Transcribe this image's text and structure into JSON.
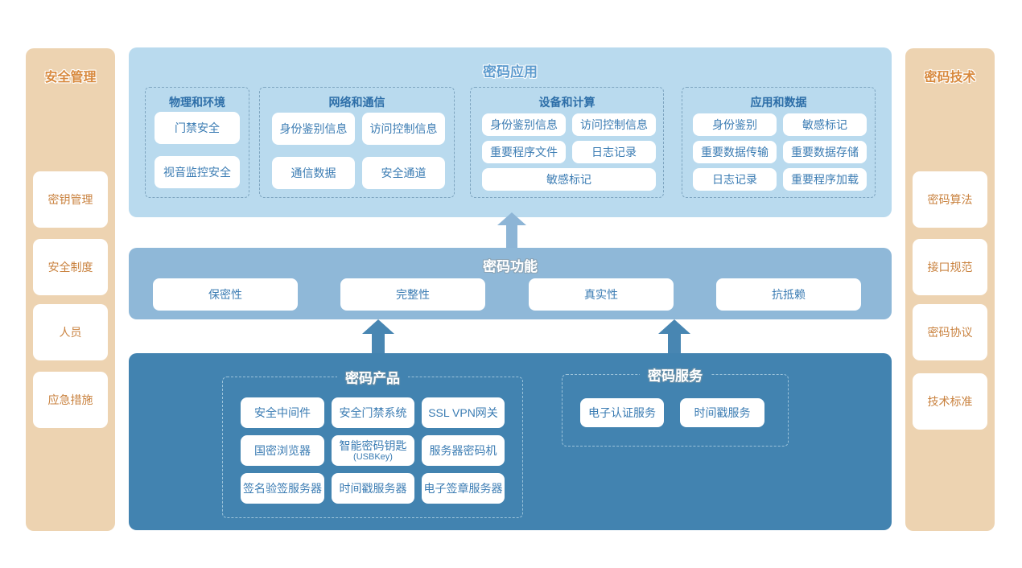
{
  "colors": {
    "app_layer_bg": "#b9daee",
    "func_layer_bg": "#8fb8d8",
    "base_layer_bg": "#4283b0",
    "sidebar_bg": "#edd3b1",
    "box_text_blue": "#3b7cb3",
    "group_title_blue": "#2d6ea8",
    "sidebar_text_orange": "#c9823f",
    "arrow_light": "#8db5d6",
    "arrow_dark": "#4886b2"
  },
  "sidebar_left": {
    "title": "安全管理",
    "items": [
      "密钥管理",
      "安全制度",
      "人员",
      "应急措施"
    ]
  },
  "sidebar_right": {
    "title": "密码技术",
    "items": [
      "密码算法",
      "接口规范",
      "密码协议",
      "技术标准"
    ]
  },
  "app_layer": {
    "title": "密码应用",
    "groups": [
      {
        "title": "物理和环境",
        "items": [
          "门禁安全",
          "视音监控安全"
        ]
      },
      {
        "title": "网络和通信",
        "items": [
          "身份鉴别信息",
          "访问控制信息",
          "通信数据",
          "安全通道"
        ]
      },
      {
        "title": "设备和计算",
        "items": [
          "身份鉴别信息",
          "访问控制信息",
          "重要程序文件",
          "日志记录",
          "敏感标记"
        ]
      },
      {
        "title": "应用和数据",
        "items": [
          "身份鉴别",
          "敏感标记",
          "重要数据传输",
          "重要数据存储",
          "日志记录",
          "重要程序加载"
        ]
      }
    ]
  },
  "func_layer": {
    "title": "密码功能",
    "items": [
      "保密性",
      "完整性",
      "真实性",
      "抗抵赖"
    ]
  },
  "base_layer": {
    "products": {
      "title": "密码产品",
      "items": [
        "安全中间件",
        "安全门禁系统",
        "SSL VPN网关",
        "国密浏览器",
        "智能密码钥匙",
        "服务器密码机",
        "签名验签服务器",
        "时间戳服务器",
        "电子签章服务器"
      ],
      "usbkey_note": "(USBKey)"
    },
    "services": {
      "title": "密码服务",
      "items": [
        "电子认证服务",
        "时间戳服务"
      ]
    }
  }
}
